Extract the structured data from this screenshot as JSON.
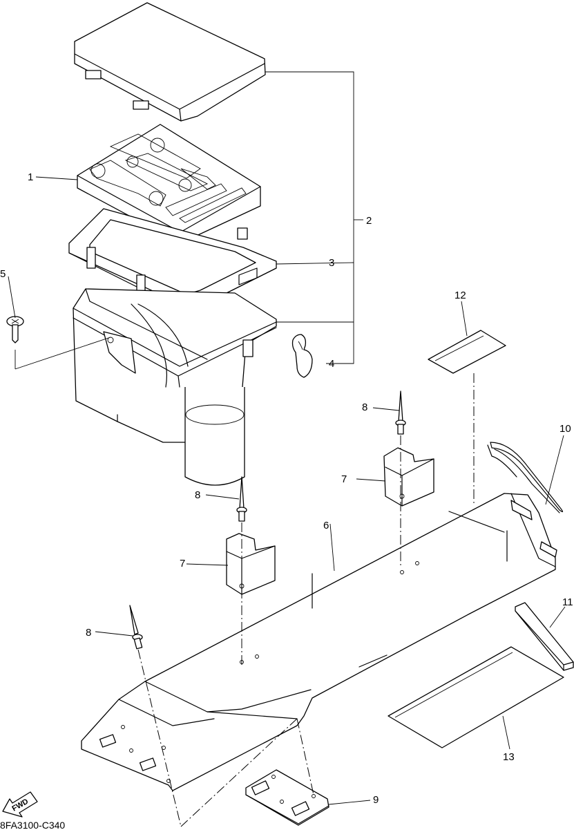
{
  "diagram_code": "8FA3100-C340",
  "fwd_label": "FWD",
  "callouts": [
    "1",
    "2",
    "3",
    "4",
    "5",
    "6",
    "7",
    "7",
    "8",
    "8",
    "8",
    "9",
    "10",
    "11",
    "12",
    "13"
  ]
}
